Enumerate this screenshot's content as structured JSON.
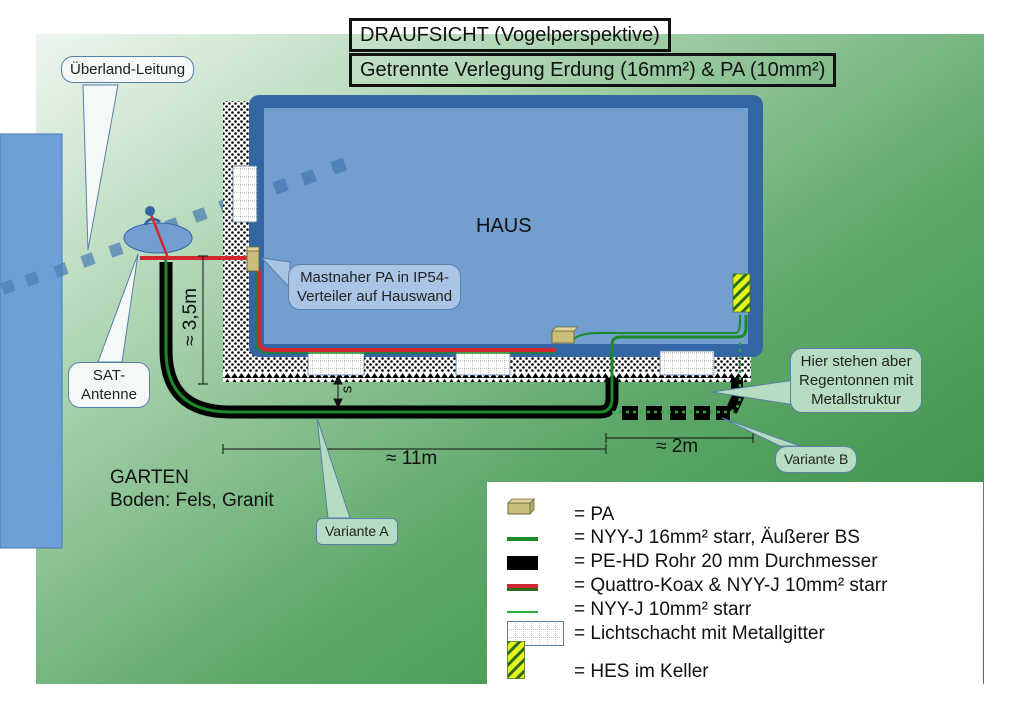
{
  "title": {
    "line1": "DRAUFSICHT (Vogelperspektive)",
    "line2": "Getrennte Verlegung Erdung (16mm²) & PA (10mm²)"
  },
  "labels": {
    "house": "HAUS",
    "garden": "GARTEN",
    "soil": "Boden: Fels, Granit",
    "dim_height": "≈ 3,5m",
    "dim_length_a": "≈ 11m",
    "dim_length_b": "≈ 2m",
    "dim_spacing": "s"
  },
  "callouts": {
    "overhead_line": "Überland-Leitung",
    "sat_antenna": "SAT-\nAntenne",
    "pa_distributor": "Mastnaher PA in IP54-\nVerteiler auf Hauswand",
    "rain_barrels": "Hier stehen aber\nRegentonnen mit\nMetallstruktur",
    "variant_a": "Variante A",
    "variant_b": "Variante B"
  },
  "legend": [
    {
      "icon": "pa-box-icon",
      "text": "= PA"
    },
    {
      "icon": "green-thick-line-icon",
      "text": "= NYY-J 16mm² starr, Äußerer BS"
    },
    {
      "icon": "black-pipe-icon",
      "text": "= PE-HD Rohr 20 mm Durchmesser"
    },
    {
      "icon": "red-green-line-icon",
      "text": "= Quattro-Koax & NYY-J 10mm² starr"
    },
    {
      "icon": "green-thin-line-icon",
      "text": "= NYY-J 10mm² starr"
    },
    {
      "icon": "grid-lightwell-icon",
      "text": "= Lichtschacht mit Metallgitter"
    },
    {
      "icon": "hes-striped-icon",
      "text": "= HES im Keller"
    }
  ],
  "colors": {
    "garden_light": "#d9ebdc",
    "garden_dark": "#2e8b3a",
    "house_fill": "#729fcf",
    "house_border": "#3465a4",
    "ground_wire": "#1a8a2a",
    "pa_red": "#d0282e",
    "pipe": "#000000",
    "pa_box": "#c9bf7a",
    "hes_yellow": "#e6f51e",
    "neighbor_building": "#6d9fd8"
  }
}
